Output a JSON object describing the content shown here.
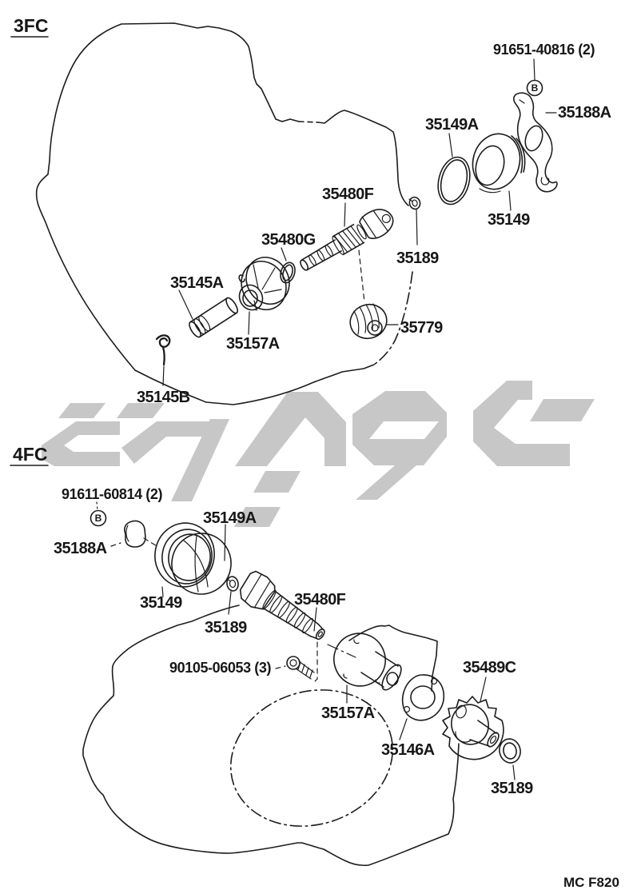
{
  "page": {
    "footer_code": "MC F820",
    "background_color": "#ffffff",
    "line_color": "#1c1c1c",
    "watermark_color": "#c7c7c7"
  },
  "markers": {
    "circled_b": "B"
  },
  "sections": [
    {
      "title": "3FC",
      "labels": [
        {
          "text": "91651-40816 (2)"
        },
        {
          "text": "35188A"
        },
        {
          "text": "35149A"
        },
        {
          "text": "35149"
        },
        {
          "text": "35480F"
        },
        {
          "text": "35480G"
        },
        {
          "text": "35189"
        },
        {
          "text": "35145A"
        },
        {
          "text": "35157A"
        },
        {
          "text": "35779"
        },
        {
          "text": "35145B"
        }
      ]
    },
    {
      "title": "4FC",
      "labels": [
        {
          "text": "91611-60814 (2)"
        },
        {
          "text": "35188A"
        },
        {
          "text": "35149A"
        },
        {
          "text": "35149"
        },
        {
          "text": "35189"
        },
        {
          "text": "35480F"
        },
        {
          "text": "90105-06053 (3)"
        },
        {
          "text": "35157A"
        },
        {
          "text": "35146A"
        },
        {
          "text": "35489C"
        },
        {
          "text": "35189"
        }
      ]
    }
  ]
}
